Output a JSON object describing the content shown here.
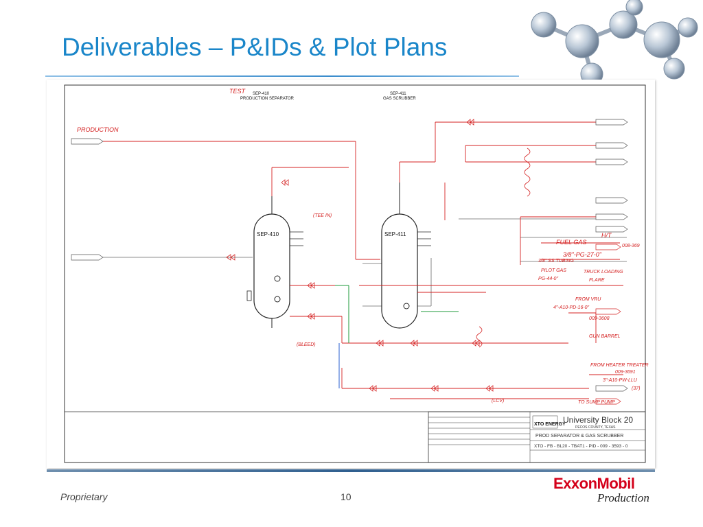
{
  "slide": {
    "title": "Deliverables – P&IDs & Plot Plans",
    "footer_left": "Proprietary",
    "page_number": "10",
    "logo_text": "ExxonMobil",
    "logo_sub": "Production"
  },
  "drawing": {
    "sep410": {
      "label": "SEP-410",
      "heading": "SEP-410",
      "subtitle": "PRODUCTION SEPARATOR"
    },
    "sep411": {
      "label": "SEP-411",
      "heading": "SEP-411",
      "subtitle": "GAS SCRUBBER"
    },
    "redlines": {
      "test": "TEST",
      "production": "PRODUCTION",
      "fuel_gas": "FUEL GAS",
      "ht": "H/T",
      "fuel_line": "3/8\"-PG-27-0\"",
      "fuel_ref": "008-369",
      "ss_tubing": "3/8\" SS TUBING",
      "pilot_gas": "PILOT GAS",
      "pilot_line": "PG-44-0\"",
      "truck_loading": "TRUCK LOADING",
      "flare": "FLARE",
      "from_vru": "FROM VRU",
      "vru_line": "4\"-A10-PD-16-0\"",
      "vru_ref": "009-3608",
      "gun_barrel": "GUN BARREL",
      "from_heater": "FROM HEATER TREATER",
      "heater_line": "3\"-A10-PW-LLU",
      "heater_ref": "009-3691",
      "heater_num": "(37)",
      "sump_pump": "TO SUMP PUMP",
      "bleed": "(BLEED)",
      "lcv": "(LCV)",
      "tee_in": "(TEE IN)"
    },
    "title_block": {
      "company": "XTO ENERGY",
      "project": "University Block 20",
      "location": "PECOS COUNTY, TEXAS",
      "drawing_title": "PROD SEPARATOR & GAS SCRUBBER",
      "drawing_number": "XTO - FB - BL20 - TBAT1 - PID - 009 - 3593 - 0"
    }
  },
  "colors": {
    "title_blue": "#1a86c9",
    "redline": "#d42020",
    "green_line": "#1e9a3a",
    "blue_line": "#2a5fd0",
    "exxon_red": "#d4001a"
  }
}
